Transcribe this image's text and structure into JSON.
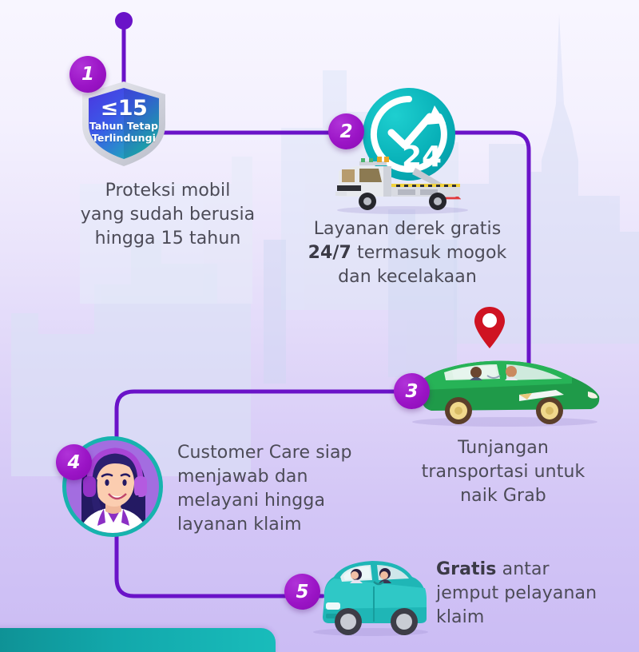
{
  "meta": {
    "title": "Keuntungan Asuransi Mobil - Infografis 5 Langkah",
    "accent_purple": "#6a13c8",
    "badge_purple": "#9b14c6",
    "teal": "#11b0b2",
    "text_gray": "#4c4b57",
    "bg_top": "#f8f6ff",
    "bg_bottom": "#cbbcf4"
  },
  "shield": {
    "headline": "≤15",
    "line1": "Tahun Tetap",
    "line2": "Terlindungi"
  },
  "clock": {
    "hours_label": "24"
  },
  "steps": [
    {
      "number": "1",
      "icon": "shield-icon",
      "text_lines": [
        "Proteksi mobil",
        "yang sudah berusia",
        "hingga 15 tahun"
      ],
      "bold_prefix": ""
    },
    {
      "number": "2",
      "icon": "tow-truck-icon",
      "text_lines": [
        "Layanan derek gratis",
        "24/7 termasuk mogok",
        "dan kecelakaan"
      ],
      "bold_prefix": "24/7"
    },
    {
      "number": "3",
      "icon": "green-car-icon",
      "text_lines": [
        "Tunjangan",
        "transportasi untuk",
        "naik Grab"
      ],
      "bold_prefix": ""
    },
    {
      "number": "4",
      "icon": "customer-care-avatar-icon",
      "text_lines": [
        "Customer Care siap",
        "menjawab dan",
        "melayani hingga",
        "layanan klaim"
      ],
      "bold_prefix": ""
    },
    {
      "number": "5",
      "icon": "teal-car-icon",
      "text_lines": [
        "Gratis antar",
        "jemput pelayanan",
        "klaim"
      ],
      "bold_prefix": "Gratis"
    }
  ]
}
